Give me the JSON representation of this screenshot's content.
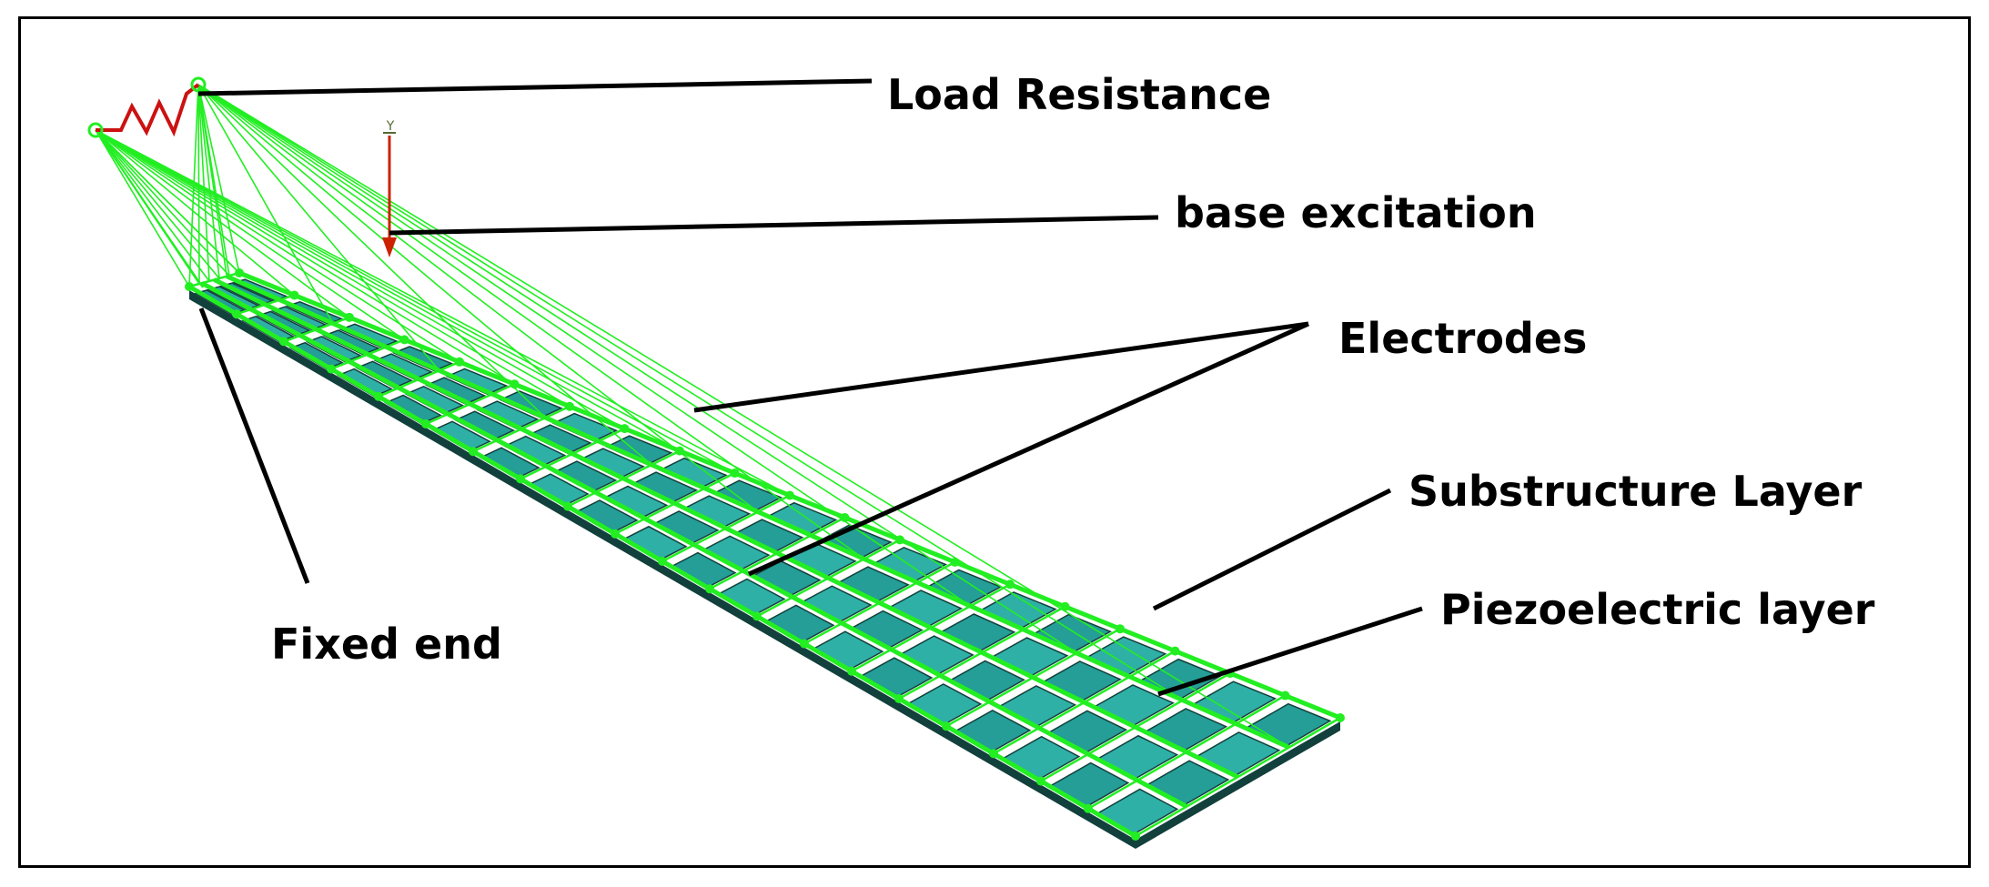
{
  "labels": {
    "load_resistance": "Load Resistance",
    "base_excitation": "base excitation",
    "electrodes": "Electrodes",
    "substructure_layer": "Substructure Layer",
    "piezoelectric_layer": "Piezoelectric layer",
    "fixed_end": "Fixed end"
  },
  "axis_glyph": "Y",
  "colors": {
    "mesh_wire": "#22ee22",
    "cell_fill": "#2fb0a6",
    "cell_fill_alt": "#249e96",
    "cell_edge": "#12403c",
    "resistor": "#cc1111",
    "arrow": "#cc2200",
    "leader": "#000000",
    "border": "#000000"
  },
  "mesh": {
    "columns": 20,
    "rows": 4
  }
}
